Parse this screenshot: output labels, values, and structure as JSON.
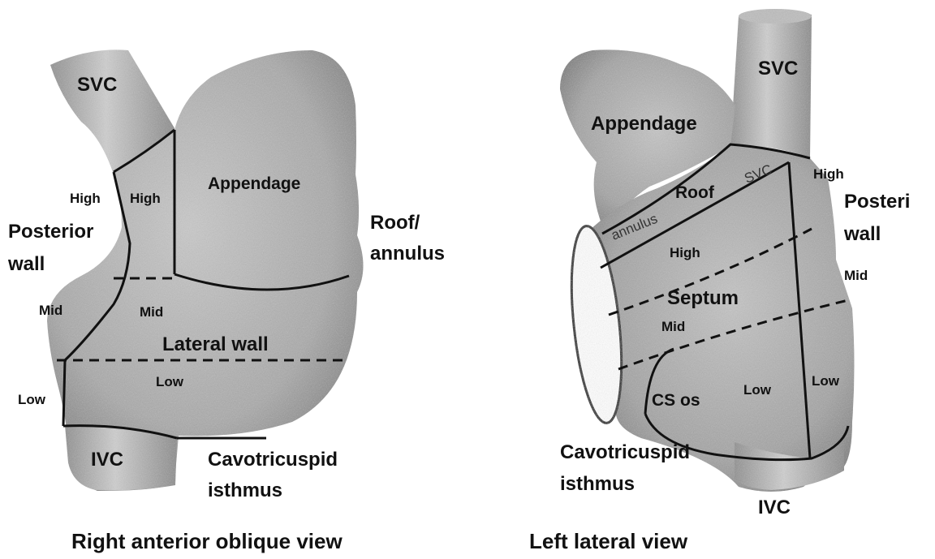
{
  "left_view": {
    "caption": "Right anterior oblique view",
    "labels": {
      "svc": "SVC",
      "appendage": "Appendage",
      "roof_annulus_1": "Roof/",
      "roof_annulus_2": "annulus",
      "posterior_wall_1": "Posterior",
      "posterior_wall_2": "wall",
      "high_outer": "High",
      "high_inner": "High",
      "mid_outer": "Mid",
      "mid_inner": "Mid",
      "lateral_wall": "Lateral wall",
      "low_outer": "Low",
      "low_inner": "Low",
      "ivc": "IVC",
      "cti_1": "Cavotricuspid",
      "cti_2": "isthmus"
    }
  },
  "right_view": {
    "caption": "Left lateral view",
    "labels": {
      "svc": "SVC",
      "appendage": "Appendage",
      "roof": "Roof",
      "svc_small": "SVC",
      "annulus_small": "annulus",
      "high_right": "High",
      "posterior_wall_1": "Posteri",
      "posterior_wall_2": "wall",
      "high_center": "High",
      "mid_right": "Mid",
      "septum": "Septum",
      "mid_center": "Mid",
      "low_right": "Low",
      "cs_os": "CS os",
      "low_center": "Low",
      "cti_1": "Cavotricuspid",
      "cti_2": "isthmus",
      "ivc": "IVC"
    }
  }
}
